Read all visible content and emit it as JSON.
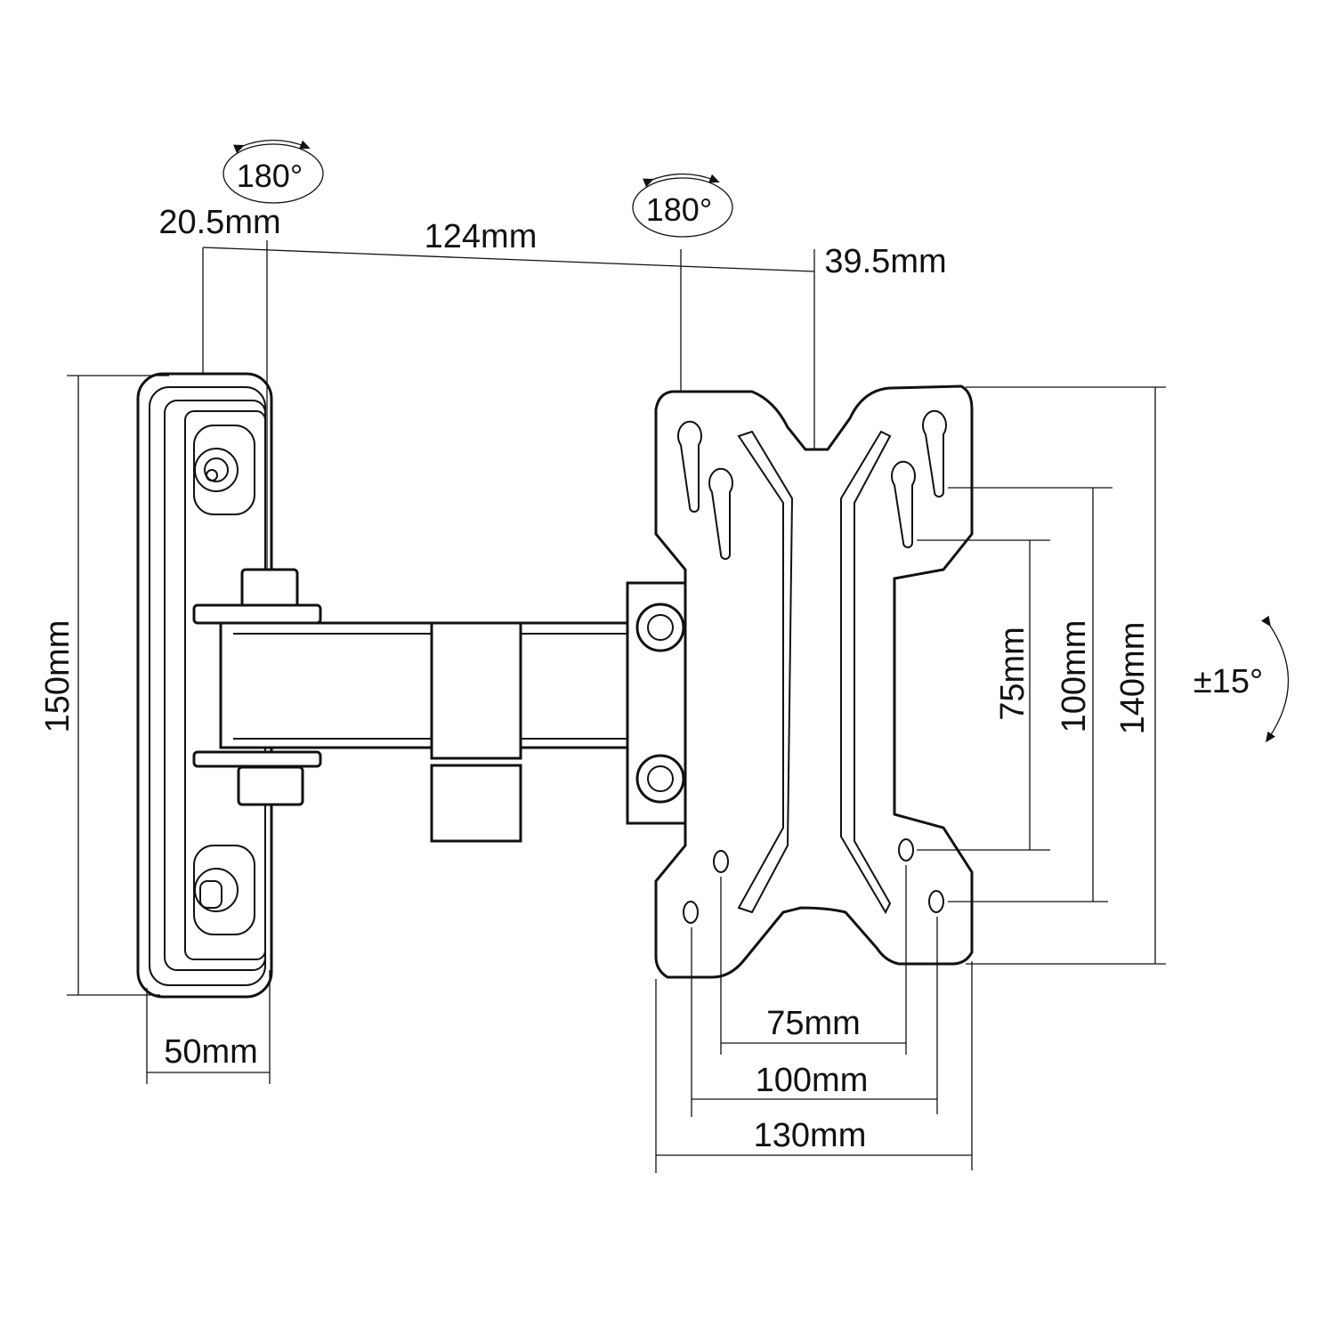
{
  "title": "Monitor wall mount dimension drawing",
  "rotation": {
    "wall_pivot": "180°",
    "plate_pivot": "180°",
    "tilt": "±15°"
  },
  "dimensions": {
    "wall_plate_height": "150mm",
    "wall_plate_width": "50mm",
    "wall_offset": "20.5mm",
    "arm_length": "124mm",
    "plate_offset": "39.5mm",
    "vesa_v_75": "75mm",
    "vesa_v_100": "100mm",
    "plate_height": "140mm",
    "vesa_h_75": "75mm",
    "vesa_h_100": "100mm",
    "plate_width": "130mm"
  },
  "colors": {
    "line": "#111111",
    "background": "#ffffff"
  }
}
